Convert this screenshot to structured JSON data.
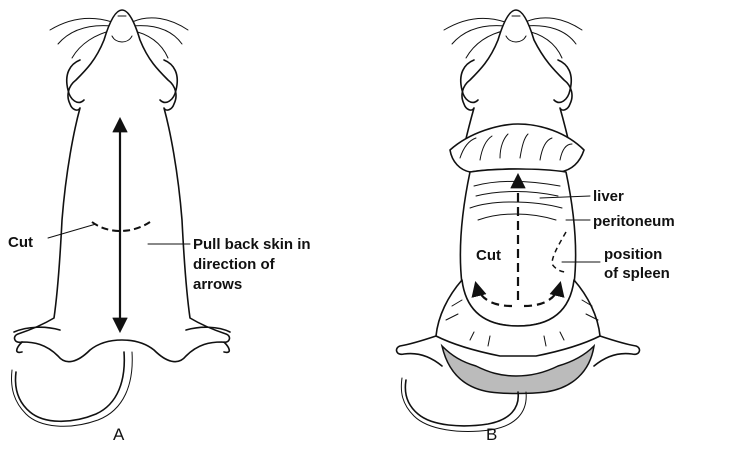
{
  "figure": {
    "panel_a": {
      "panel_label": "A",
      "cut_label": "Cut",
      "instruction_lines": [
        "Pull back skin in",
        "direction of",
        "arrows"
      ]
    },
    "panel_b": {
      "panel_label": "B",
      "cut_label": "Cut",
      "labels": {
        "liver": "liver",
        "peritoneum": "peritoneum",
        "spleen_line1": "position",
        "spleen_line2": "of spleen"
      }
    }
  }
}
